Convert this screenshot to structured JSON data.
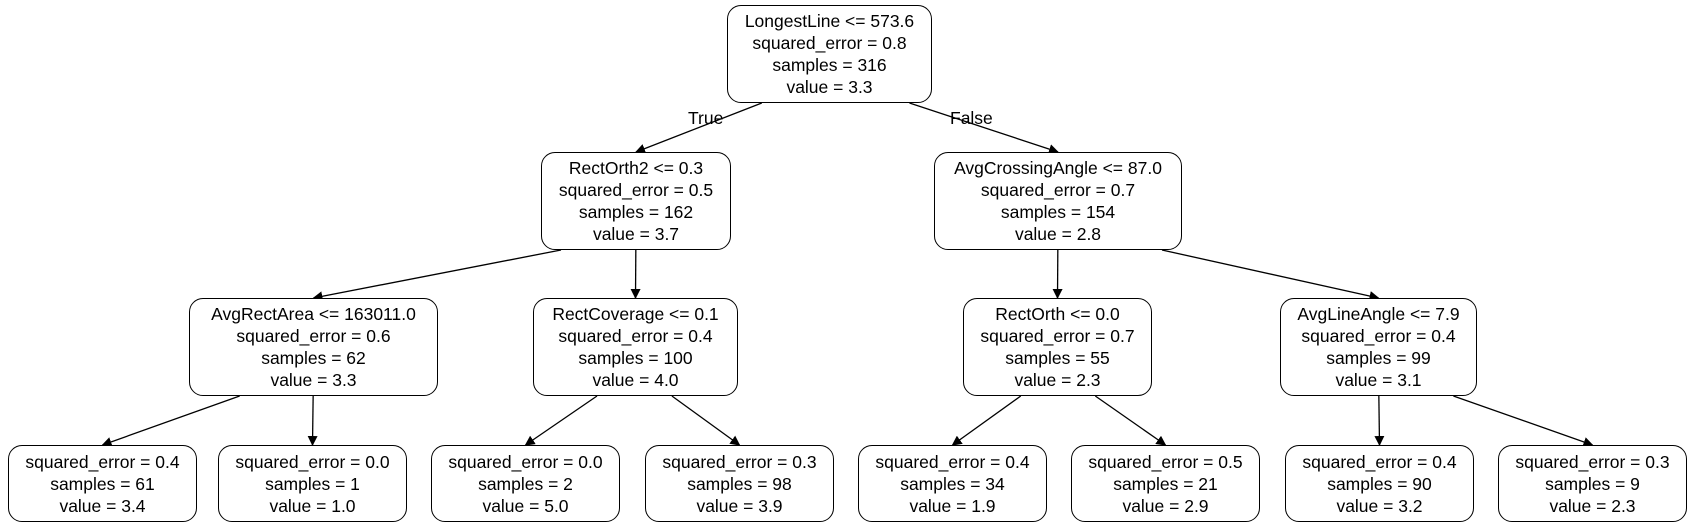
{
  "tree": {
    "nodes": [
      {
        "id": "n0",
        "lines": [
          "LongestLine <= 573.6",
          "squared_error = 0.8",
          "samples = 316",
          "value = 3.3"
        ]
      },
      {
        "id": "n1",
        "lines": [
          "RectOrth2 <= 0.3",
          "squared_error = 0.5",
          "samples = 162",
          "value = 3.7"
        ]
      },
      {
        "id": "n2",
        "lines": [
          "AvgCrossingAngle <= 87.0",
          "squared_error = 0.7",
          "samples = 154",
          "value = 2.8"
        ]
      },
      {
        "id": "n3",
        "lines": [
          "AvgRectArea <= 163011.0",
          "squared_error = 0.6",
          "samples = 62",
          "value = 3.3"
        ]
      },
      {
        "id": "n4",
        "lines": [
          "RectCoverage <= 0.1",
          "squared_error = 0.4",
          "samples = 100",
          "value = 4.0"
        ]
      },
      {
        "id": "n5",
        "lines": [
          "RectOrth <= 0.0",
          "squared_error = 0.7",
          "samples = 55",
          "value = 2.3"
        ]
      },
      {
        "id": "n6",
        "lines": [
          "AvgLineAngle <= 7.9",
          "squared_error = 0.4",
          "samples = 99",
          "value = 3.1"
        ]
      },
      {
        "id": "n7",
        "lines": [
          "squared_error = 0.4",
          "samples = 61",
          "value = 3.4"
        ]
      },
      {
        "id": "n8",
        "lines": [
          "squared_error = 0.0",
          "samples = 1",
          "value = 1.0"
        ]
      },
      {
        "id": "n9",
        "lines": [
          "squared_error = 0.0",
          "samples = 2",
          "value = 5.0"
        ]
      },
      {
        "id": "n10",
        "lines": [
          "squared_error = 0.3",
          "samples = 98",
          "value = 3.9"
        ]
      },
      {
        "id": "n11",
        "lines": [
          "squared_error = 0.4",
          "samples = 34",
          "value = 1.9"
        ]
      },
      {
        "id": "n12",
        "lines": [
          "squared_error = 0.5",
          "samples = 21",
          "value = 2.9"
        ]
      },
      {
        "id": "n13",
        "lines": [
          "squared_error = 0.4",
          "samples = 90",
          "value = 3.2"
        ]
      },
      {
        "id": "n14",
        "lines": [
          "squared_error = 0.3",
          "samples = 9",
          "value = 2.3"
        ]
      }
    ],
    "edges": [
      {
        "from": "n0",
        "to": "n1",
        "label": "True"
      },
      {
        "from": "n0",
        "to": "n2",
        "label": "False"
      },
      {
        "from": "n1",
        "to": "n3"
      },
      {
        "from": "n1",
        "to": "n4"
      },
      {
        "from": "n2",
        "to": "n5"
      },
      {
        "from": "n2",
        "to": "n6"
      },
      {
        "from": "n3",
        "to": "n7"
      },
      {
        "from": "n3",
        "to": "n8"
      },
      {
        "from": "n4",
        "to": "n9"
      },
      {
        "from": "n4",
        "to": "n10"
      },
      {
        "from": "n5",
        "to": "n11"
      },
      {
        "from": "n5",
        "to": "n12"
      },
      {
        "from": "n6",
        "to": "n13"
      },
      {
        "from": "n6",
        "to": "n14"
      }
    ]
  }
}
